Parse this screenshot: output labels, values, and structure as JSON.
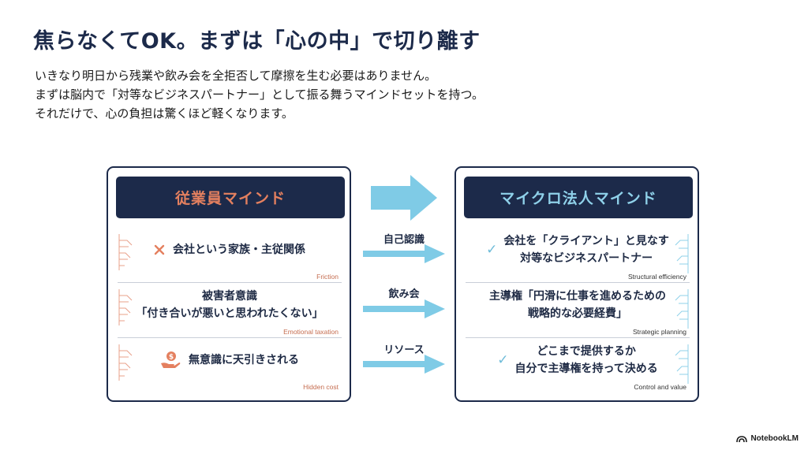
{
  "title": "焦らなくてOK。まずは「心の中」で切り離す",
  "subtitle_lines": [
    "いきなり明日から残業や飲み会を全拒否して摩擦を生む必要はありません。",
    "まずは脳内で「対等なビジネスパートナー」として振る舞うマインドセットを持つ。",
    "それだけで、心の負担は驚くほど軽くなります。"
  ],
  "left_panel": {
    "header": "従業員マインド",
    "rows": [
      {
        "icon": "x-mark-icon",
        "lines": [
          "会社という家族・主従関係"
        ],
        "caption": "Friction"
      },
      {
        "icon": "",
        "lines": [
          "被害者意識",
          "「付き合いが悪いと思われたくない」"
        ],
        "caption": "Emotional taxation"
      },
      {
        "icon": "hand-coin-icon",
        "lines": [
          "無意識に天引きされる"
        ],
        "caption": "Hidden cost"
      }
    ]
  },
  "right_panel": {
    "header": "マイクロ法人マインド",
    "rows": [
      {
        "icon": "check-icon",
        "lines": [
          "会社を「クライアント」と見なす",
          "対等なビジネスパートナー"
        ],
        "caption": "Structural efficiency"
      },
      {
        "icon": "",
        "lines": [
          "主導権「円滑に仕事を進めるための",
          "戦略的な必要経費」"
        ],
        "caption": "Strategic planning"
      },
      {
        "icon": "check-icon",
        "lines": [
          "どこまで提供するか",
          "自分で主導権を持って決める"
        ],
        "caption": "Control and value"
      }
    ]
  },
  "middle_labels": [
    "自己認識",
    "飲み会",
    "リソース"
  ],
  "brand": "NotebookLM",
  "colors": {
    "navy": "#1c2a4a",
    "orange": "#e4805f",
    "light_blue": "#8fd1ea",
    "arrow_blue": "#7fcbe6"
  }
}
